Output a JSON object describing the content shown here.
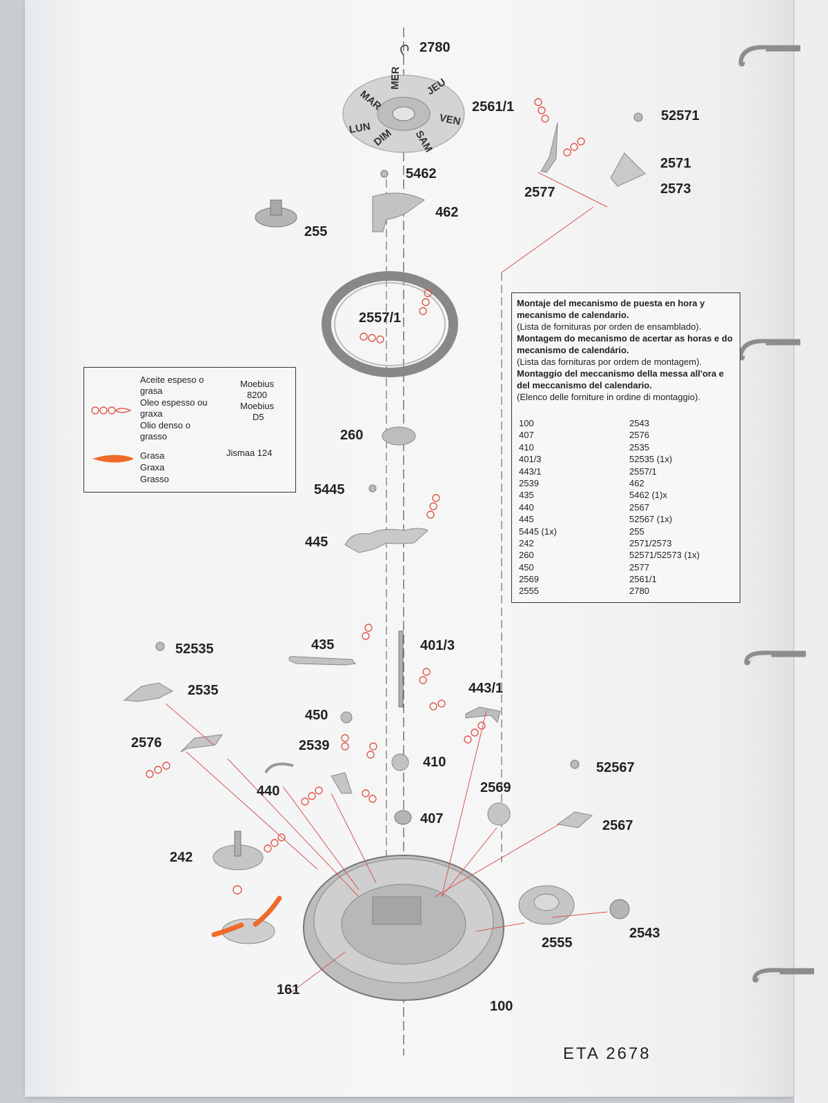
{
  "labels": {
    "p2780": "2780",
    "p2561_1": "2561/1",
    "p52571": "52571",
    "p2571": "2571",
    "p2573": "2573",
    "p2577": "2577",
    "p5462": "5462",
    "p462": "462",
    "p255": "255",
    "p2557_1": "2557/1",
    "p260": "260",
    "p5445": "5445",
    "p445": "445",
    "p52535": "52535",
    "p2535": "2535",
    "p435": "435",
    "p401_3": "401/3",
    "p443_1": "443/1",
    "p450": "450",
    "p2576": "2576",
    "p2539": "2539",
    "p410": "410",
    "p52567": "52567",
    "p440": "440",
    "p2569": "2569",
    "p407": "407",
    "p2567": "2567",
    "p242": "242",
    "p2555": "2555",
    "p2543": "2543",
    "p161": "161",
    "p100": "100"
  },
  "day_disc": [
    "MER",
    "JEU",
    "VEN",
    "SAM",
    "DIM",
    "LUN",
    "MAR"
  ],
  "legend": {
    "oil_lines": [
      "Aceite espeso o",
      "grasa",
      "Oleo espesso ou",
      "graxa",
      "Olio denso o",
      "grasso"
    ],
    "oil_product_lines": [
      "Moebius",
      "8200",
      "Moebius",
      "D5"
    ],
    "grease_lines": [
      "Grasa",
      "Graxa",
      "Grasso"
    ],
    "grease_product": "Jismaa 124"
  },
  "info": {
    "title_es": "Montaje del mecanismo de puesta en hora y mecanismo de calendario.",
    "sub_es": "(Lista de fornituras por orden de ensamblado).",
    "title_pt": "Montagem do mecanismo de acertar as horas e do mecanismo de calendário.",
    "sub_pt": "(Lista das fornituras por ordem de montagem).",
    "title_it": "Montaggio del meccanismo della messa all'ora e del meccanismo del calendario.",
    "sub_it": "(Elenco delle forniture in ordine di montaggio).",
    "col1": [
      "100",
      "407",
      "410",
      "401/3",
      "443/1",
      "2539",
      "435",
      "440",
      "445",
      "5445 (1x)",
      "242",
      "260",
      "450",
      "2569",
      "2555"
    ],
    "col2": [
      "2543",
      "2576",
      "2535",
      "52535 (1x)",
      "2557/1",
      "462",
      "5462 (1)x",
      "2567",
      "52567 (1x)",
      "255",
      "2571/2573",
      "52571/52573 (1x)",
      "2577",
      "2561/1",
      "2780"
    ]
  },
  "footer": "ETA 2678",
  "colors": {
    "oil": "#e0584c",
    "grease": "#f06a2a",
    "metal": "#9a9a9a",
    "line": "#d9534f"
  }
}
